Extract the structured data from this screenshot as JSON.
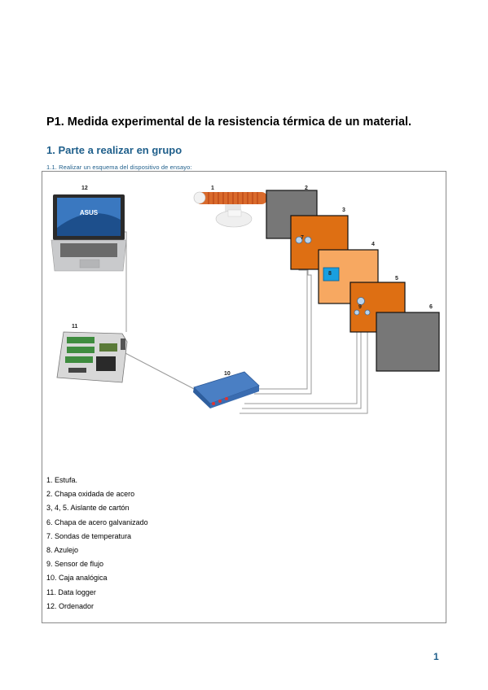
{
  "document": {
    "title": "P1. Medida experimental de la resistencia térmica de un material.",
    "section_heading": "1. Parte a realizar en grupo",
    "subsection_heading": "1.1.  Realizar un esquema del dispositivo de ensayo:",
    "page_number": "1"
  },
  "diagram": {
    "laptop_brand": "ASUS",
    "labels": {
      "l1": "1",
      "l2": "2",
      "l3": "3",
      "l4": "4",
      "l5": "5",
      "l6": "6",
      "l7": "7",
      "l8": "8",
      "l9": "9",
      "l10": "10",
      "l11": "11",
      "l12": "12"
    },
    "colors": {
      "steel_plate": "#777777",
      "insulation_dark": "#de6f13",
      "insulation_light": "#f7a861",
      "tile": "#1a9fe0",
      "cable": "#9a9a9a"
    }
  },
  "legend": [
    "1. Estufa.",
    "2. Chapa oxidada de acero",
    "3, 4, 5. Aislante de cartón",
    "6. Chapa de acero galvanizado",
    "7. Sondas de temperatura",
    "8. Azulejo",
    "9. Sensor de flujo",
    "10. Caja analógica",
    "11. Data logger",
    "12. Ordenador"
  ]
}
